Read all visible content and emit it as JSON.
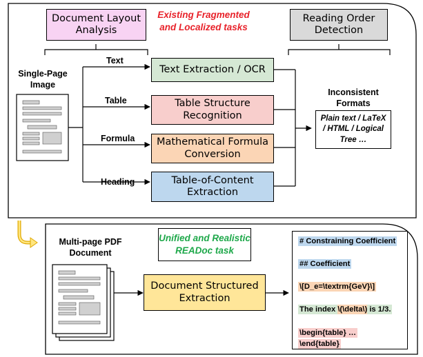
{
  "top_panel": {
    "layout_analysis": "Document Layout Analysis",
    "existing_note": "Existing Fragmented and Localized tasks",
    "reading_order": "Reading Order Detection",
    "input_label": "Single-Page Image",
    "branches": [
      {
        "label": "Text",
        "task": "Text Extraction / OCR",
        "color": "#d5e8d4"
      },
      {
        "label": "Table",
        "task": "Table Structure Recognition",
        "color": "#f8cecc"
      },
      {
        "label": "Formula",
        "task": "Mathematical Formula Conversion",
        "color": "#fbd5b5"
      },
      {
        "label": "Heading",
        "task": "Table-of-Content Extraction",
        "color": "#bdd7ee"
      }
    ],
    "output_label": "Inconsistent Formats",
    "output_formats": "Plain text / LaTeX / HTML / Logical Tree …"
  },
  "bottom_panel": {
    "input_label": "Multi-page PDF Document",
    "readoc_note": "Unified and Realistic READoc task",
    "task": "Document Structured Extraction",
    "markdown": {
      "line1": "# Constraining Coefficient",
      "line2": "## Coefficient",
      "line3": "\\[D_e=\\textrm{GeV}\\]",
      "line4_prefix": "The index ",
      "line4_math": "\\(\\delta\\)",
      "line4_suffix": " is 1/3.",
      "line5": "\\begin{table} …",
      "line6": "\\end{table}"
    }
  },
  "colors": {
    "layout_analysis_fill": "#f8d3f3",
    "reading_order_fill": "#d9d9d9",
    "green_box": "#d5e8d4",
    "pink_box": "#f8cecc",
    "orange_box": "#fbd5b5",
    "blue_box": "#bdd7ee",
    "yellow_box": "#ffe699",
    "red_text": "#e8222a",
    "green_text": "#1ea84a",
    "arrow_yellow": "#f5c518"
  }
}
